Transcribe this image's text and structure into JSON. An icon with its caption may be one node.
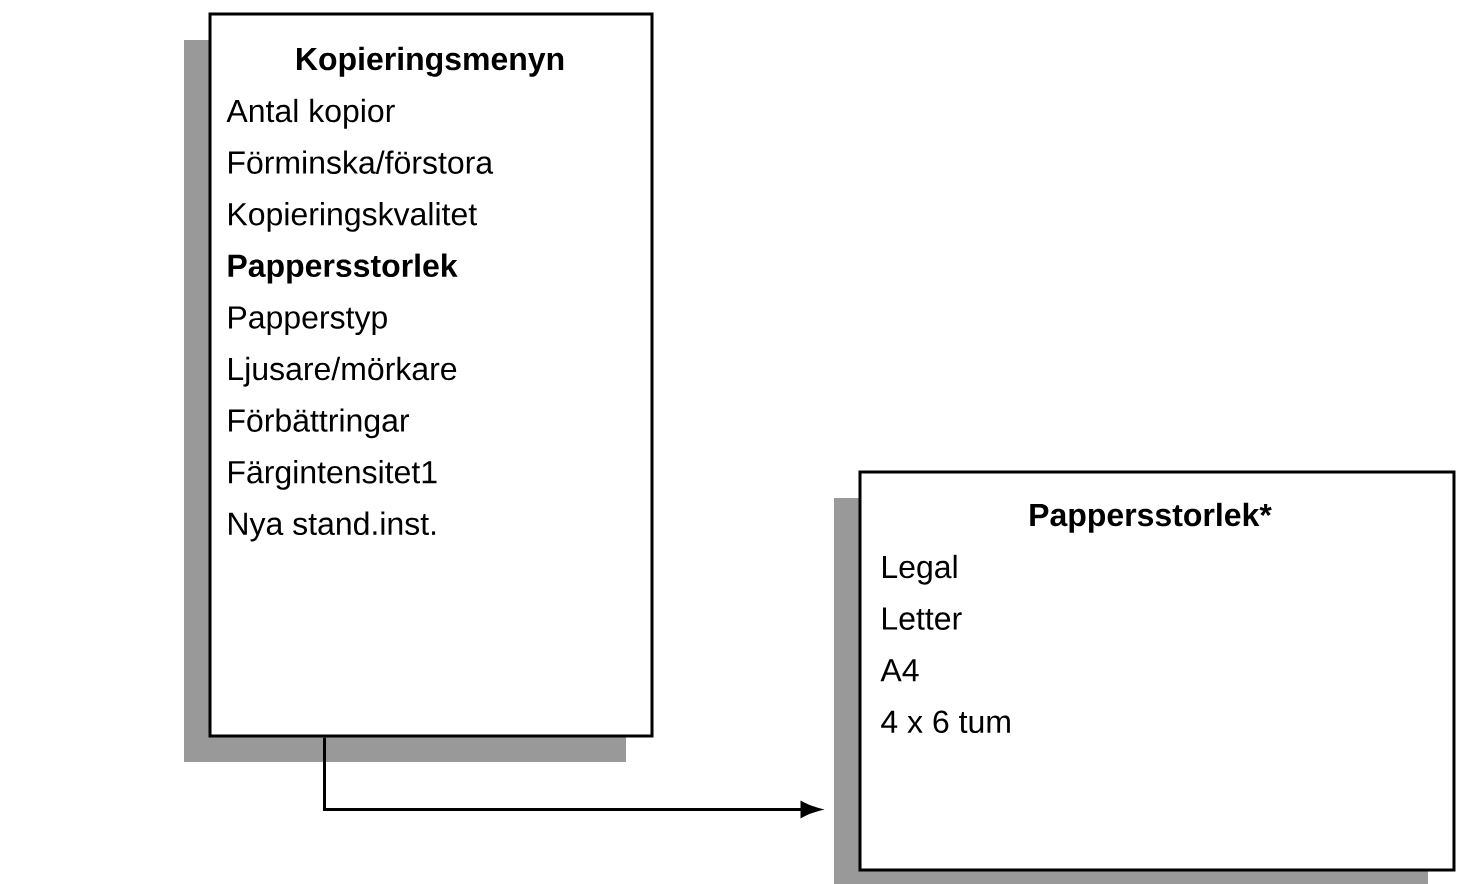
{
  "diagram": {
    "nodes": [
      {
        "text": [
          "Kopieringsmenyn",
          "Antal kopior",
          "Förminska/förstora",
          "Kopieringskvalitet",
          "Pappersstorlek",
          "Papperstyp",
          "Ljusare/mörkare",
          "Förbättringar",
          "Färgintensitet1",
          "Nya stand.inst."
        ]
      },
      {
        "text": [
          "Pappersstorlek*",
          "Legal",
          "Letter",
          "A4",
          "4 x 6 tum"
        ]
      }
    ],
    "edges": [
      {
        "from": 0,
        "to": 1,
        "arrow": "to"
      }
    ]
  }
}
